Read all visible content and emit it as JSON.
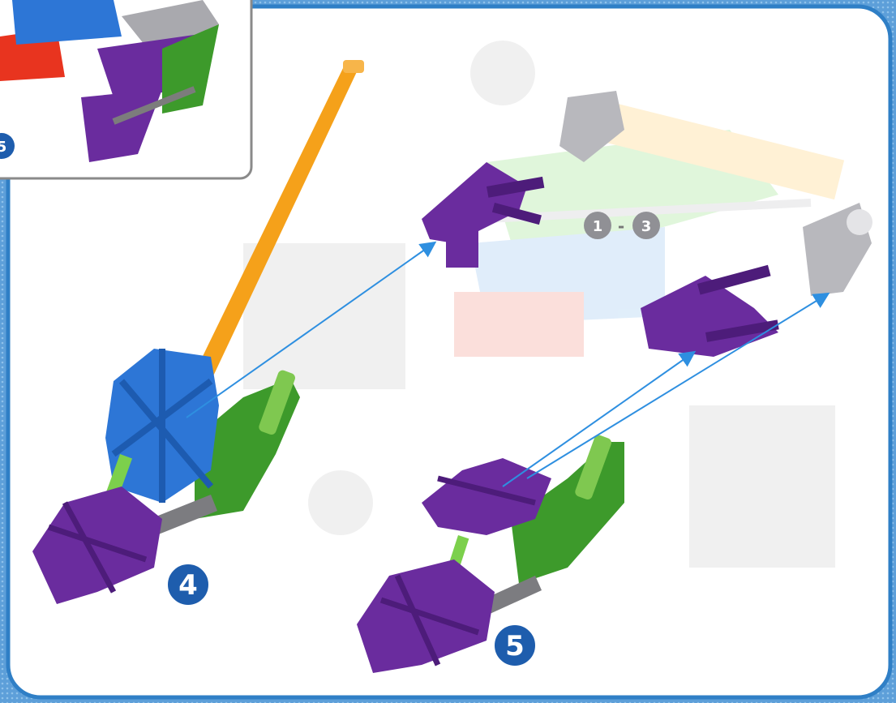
{
  "panel": {
    "border_color": "#2f7fc6",
    "background": "#ffffff"
  },
  "inset": {
    "step_label": "5"
  },
  "steps": [
    {
      "label": "4"
    },
    {
      "label": "5"
    }
  ],
  "reference": {
    "range_start": "1",
    "range_sep": "-",
    "range_end": "3"
  },
  "colors": {
    "purple": "#6a2c9e",
    "green": "#3d9a2b",
    "blue": "#2d76d6",
    "orange": "#f5a11a",
    "gray": "#a9a9ae",
    "red": "#e8341f",
    "arrow": "#2e8fe0",
    "badge": "#1e5dad"
  },
  "icons": [
    "arrow-line",
    "step-badge"
  ]
}
